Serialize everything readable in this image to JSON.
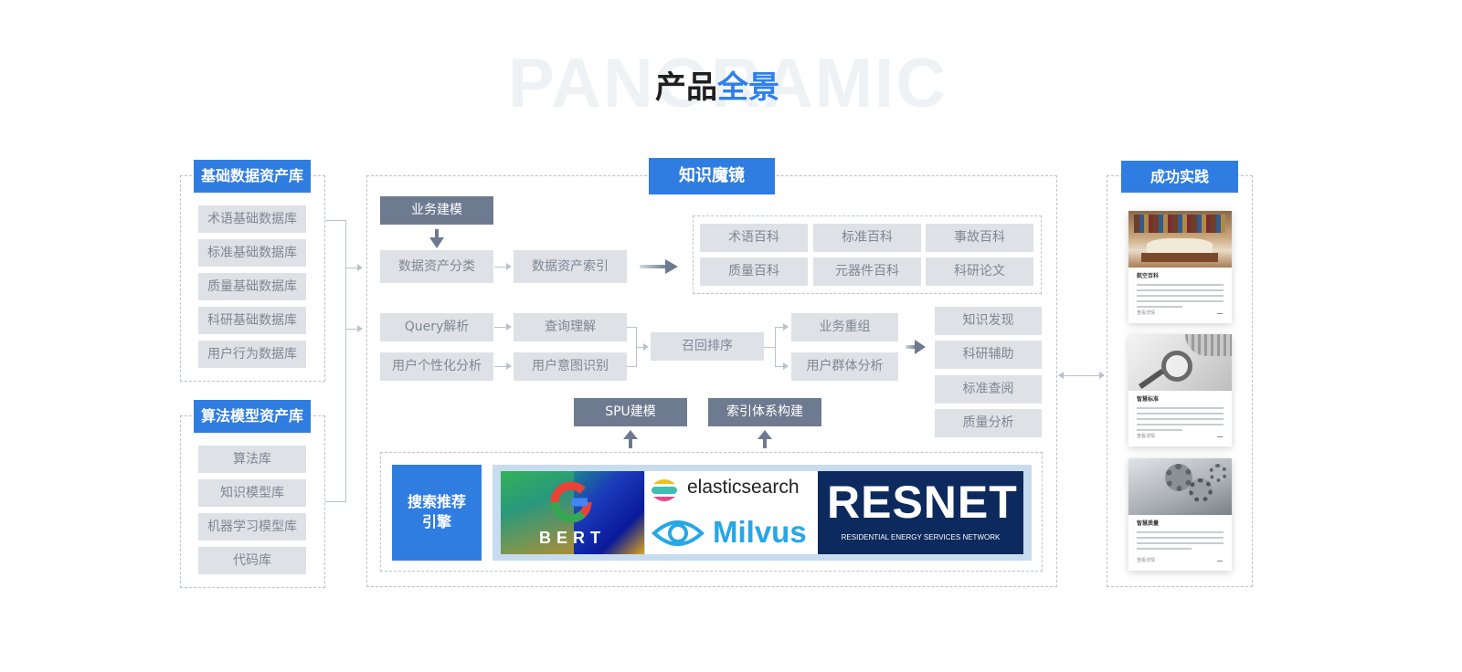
{
  "watermark": "PANORAMIC",
  "title": {
    "part1": "产品",
    "part2": "全景"
  },
  "left": {
    "basic": {
      "header": "基础数据资产库",
      "items": [
        "术语基础数据库",
        "标准基础数据库",
        "质量基础数据库",
        "科研基础数据库",
        "用户行为数据库"
      ]
    },
    "algo": {
      "header": "算法模型资产库",
      "items": [
        "算法库",
        "知识模型库",
        "机器学习模型库",
        "代码库"
      ]
    }
  },
  "center": {
    "header": "知识魔镜",
    "business_modeling": "业务建模",
    "asset_classify": "数据资产分类",
    "asset_index": "数据资产索引",
    "wiki": [
      "术语百科",
      "标准百科",
      "事故百科",
      "质量百科",
      "元器件百科",
      "科研论文"
    ],
    "query_parse": "Query解析",
    "query_understand": "查询理解",
    "personal_analysis": "用户个性化分析",
    "intent_recog": "用户意图识别",
    "recall_rank": "召回排序",
    "business_regroup": "业务重组",
    "group_analysis": "用户群体分析",
    "outputs": [
      "知识发现",
      "科研辅助",
      "标准查阅",
      "质量分析"
    ],
    "spu": "SPU建模",
    "index_build": "索引体系构建",
    "engine_label": "搜索推荐\n引擎",
    "logos": {
      "bert": "BERT",
      "elastic": "elasticsearch",
      "milvus": "Milvus",
      "resnet": "RESNET",
      "resnet_sub": "RESIDENTIAL ENERGY SERVICES NETWORK"
    }
  },
  "right": {
    "header": "成功实践",
    "cards": [
      {
        "title": "航空百科",
        "more": "查看详情"
      },
      {
        "title": "智慧标准",
        "more": "查看详情"
      },
      {
        "title": "智慧质量",
        "more": "查看详情"
      }
    ]
  },
  "colors": {
    "accent": "#2f7de1",
    "dark_box": "#6e7a90",
    "light_box": "#dee2e6"
  }
}
